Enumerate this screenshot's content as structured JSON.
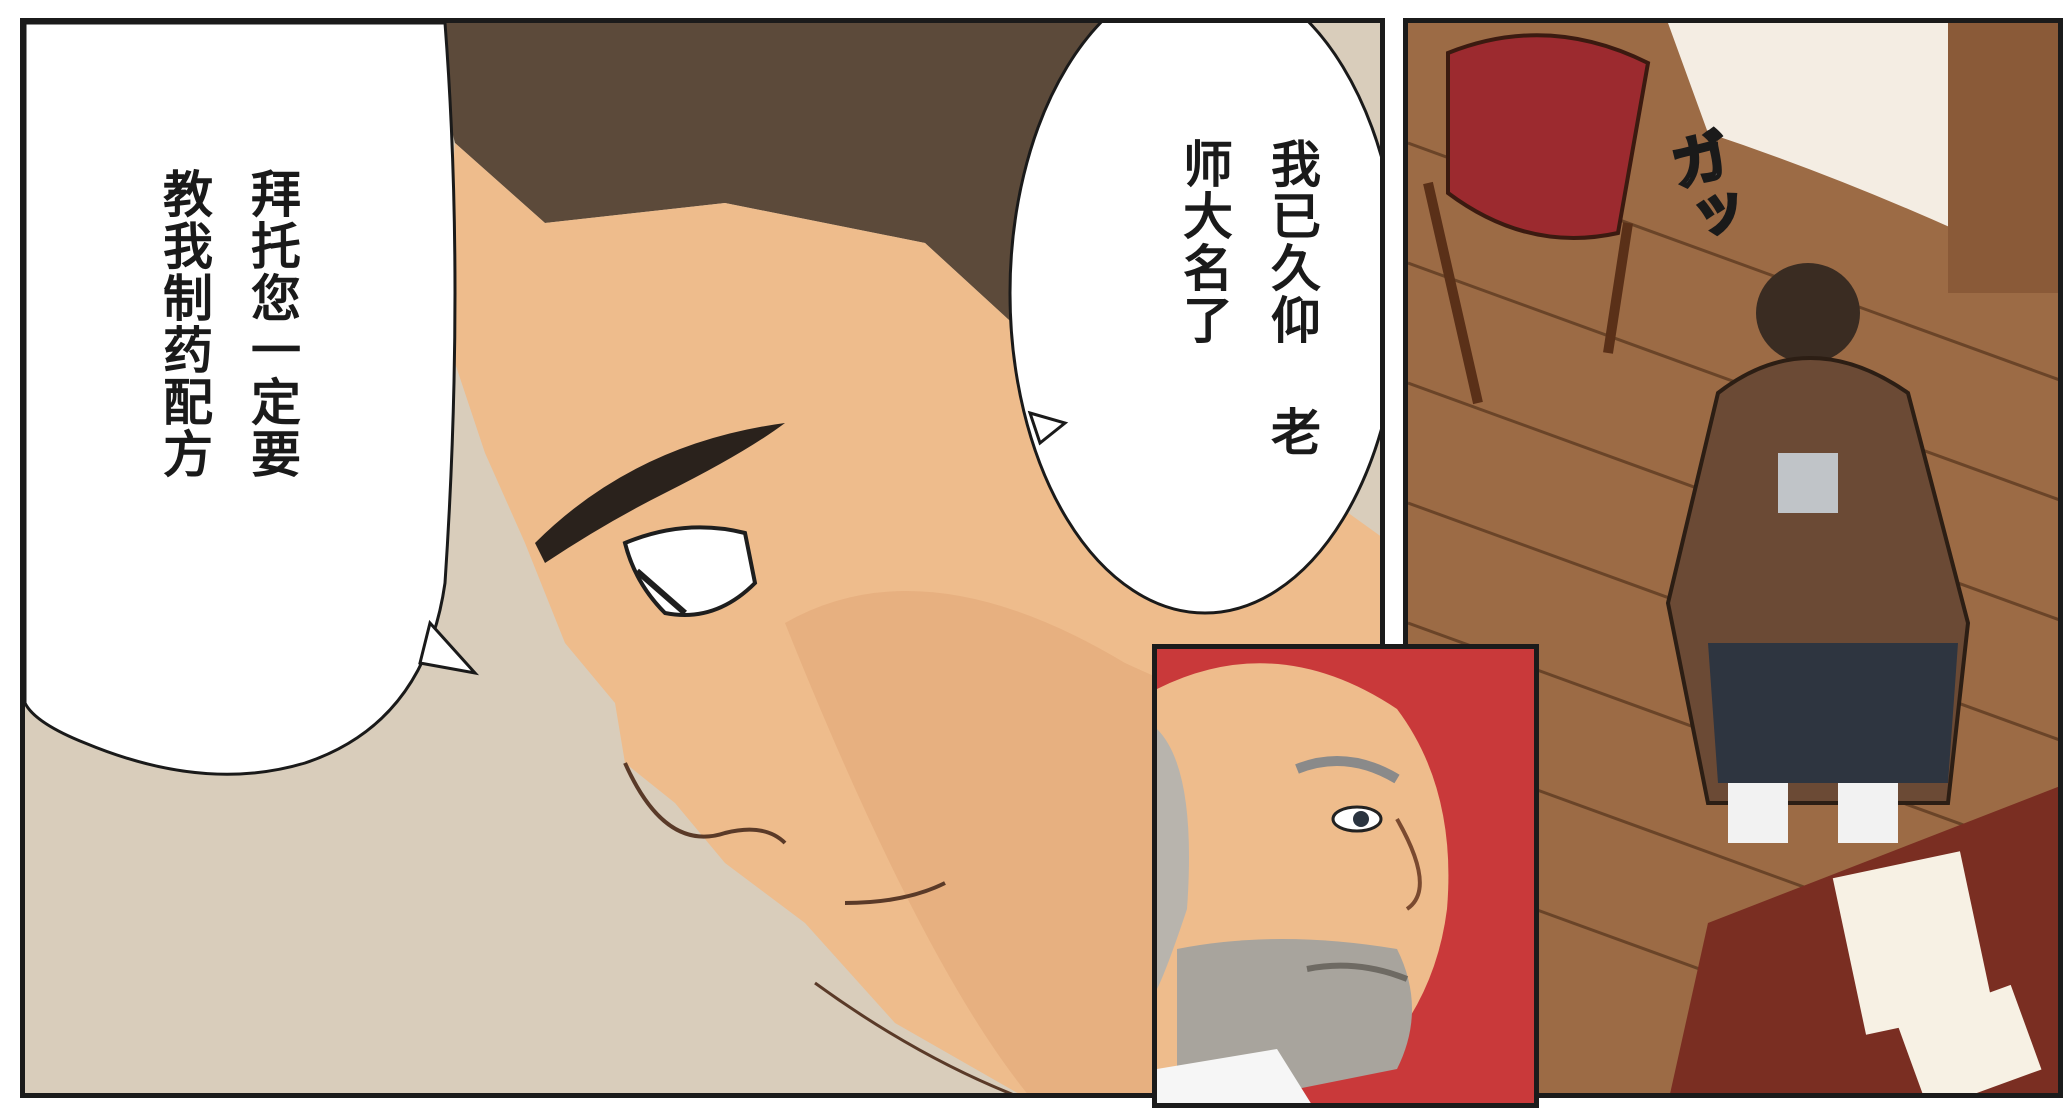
{
  "panels": {
    "left": {
      "speech_left": [
        "拜托您一定要",
        "教我制药配方"
      ],
      "speech_right": [
        "我已久仰",
        "老师大名了"
      ]
    },
    "right": {
      "sfx": "ガッ"
    }
  },
  "colors": {
    "skin": "#eebc8c",
    "hair": "#5c4a3a",
    "background_beige": "#d8ccba",
    "floor_wood": "#9a6a44",
    "inset_red": "#c9393a",
    "kimono_brown": "#6b4a35",
    "hakama_dark": "#2e3540"
  }
}
